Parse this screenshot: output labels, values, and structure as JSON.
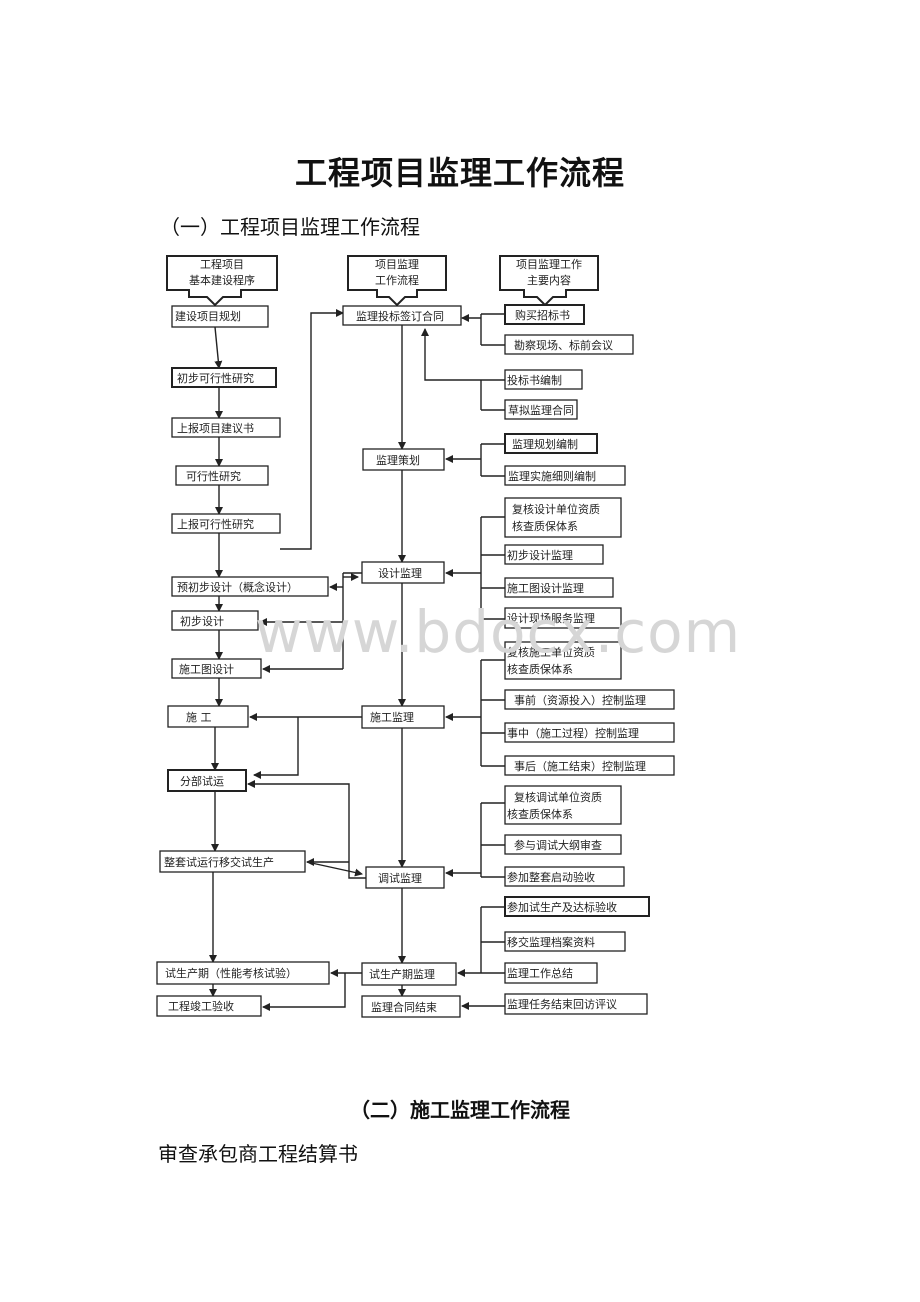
{
  "title": "工程项目监理工作流程",
  "section1": "（一）工程项目监理工作流程",
  "section2": "（二）施工监理工作流程",
  "body_text": "审查承包商工程结算书",
  "watermark": "www.bdocx.com",
  "flowchart": {
    "left_header": [
      "工程项目",
      "基本建设程序"
    ],
    "left_steps": [
      "建设项目规划",
      "初步可行性研究",
      "上报项目建议书",
      "可行性研究",
      "上报可行性研究",
      "预初步设计（概念设计）",
      "初步设计",
      "施工图设计",
      "施    工",
      "分部试运",
      "整套试运行移交试生产",
      "试生产期（性能考核试验）",
      "工程竣工验收"
    ],
    "mid_header": [
      "项目监理",
      "工作流程"
    ],
    "mid_steps": [
      "监理投标签订合同",
      "监理策划",
      "设计监理",
      "施工监理",
      "调试监理",
      "试生产期监理",
      "监理合同结束"
    ],
    "right_header": [
      "项目监理工作",
      "主要内容"
    ],
    "right_items": [
      "购买招标书",
      "勘察现场、标前会议",
      "投标书编制",
      "草拟监理合同",
      "监理规划编制",
      "监理实施细则编制",
      "复核设计单位资质",
      "核查质保体系",
      "初步设计监理",
      "施工图设计监理",
      "设计现场服务监理",
      "复核施工单位资质",
      "核查质保体系",
      "事前（资源投入）控制监理",
      "事中（施工过程）控制监理",
      "事后（施工结束）控制监理",
      "复核调试单位资质",
      "核查质保体系",
      "参与调试大纲审查",
      "参加整套启动验收",
      "参加试生产及达标验收",
      "移交监理档案资料",
      "监理工作总结",
      "监理任务结束回访评议"
    ]
  }
}
